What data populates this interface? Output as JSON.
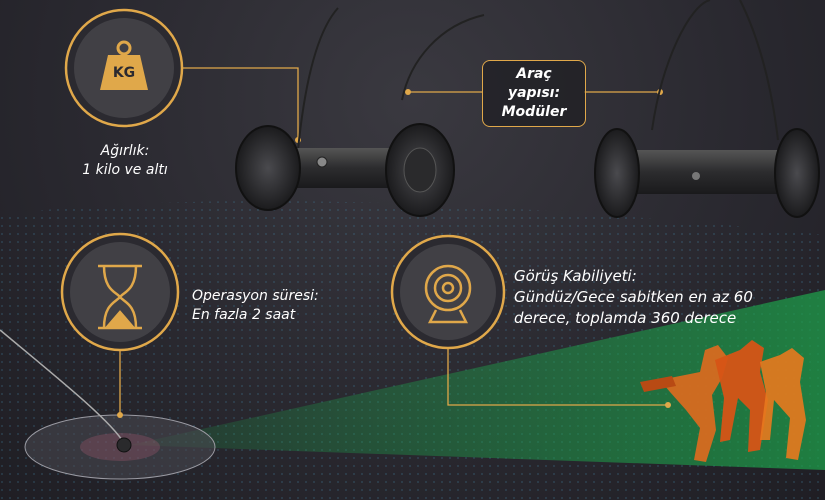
{
  "colors": {
    "accent": "#e0a84a",
    "background": "#2b2a30",
    "vision_cone": "#1e9e4a",
    "thermal": "#e06a1e"
  },
  "icons": {
    "weight": "kg-weight-icon",
    "duration": "hourglass-icon",
    "vision": "webcam-icon"
  },
  "weight": {
    "badge": "KG",
    "title": "Ağırlık:",
    "value": "1 kilo ve altı"
  },
  "structure": {
    "title": "Araç yapısı:",
    "value": "Modüler"
  },
  "operation": {
    "title": "Operasyon süresi:",
    "value": "En fazla 2 saat"
  },
  "vision": {
    "title": "Görüş Kabiliyeti:",
    "line1": "Gündüz/Gece sabitken en az 60",
    "line2": "derece, toplamda 360 derece"
  }
}
